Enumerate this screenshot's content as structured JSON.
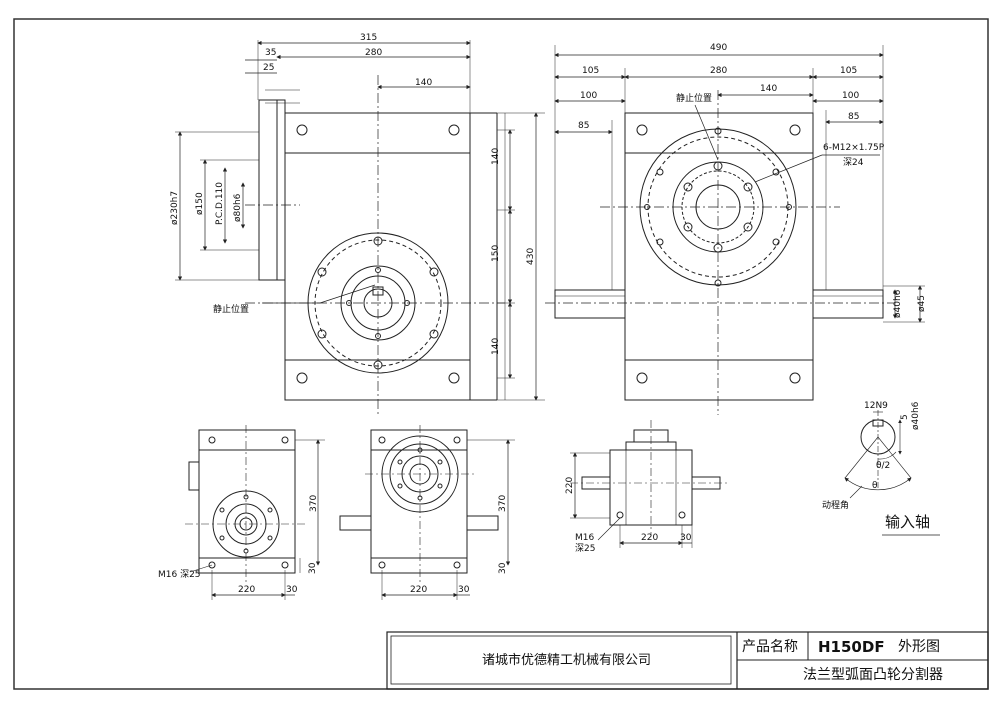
{
  "drawing": {
    "front_view": {
      "dims_top": [
        "315",
        "35",
        "280",
        "25",
        "140"
      ],
      "dims_right": [
        "140",
        "150",
        "140",
        "430"
      ],
      "dims_left": [
        "ø230h7",
        "ø150",
        "P.C.D.110",
        "ø80h6"
      ],
      "stop_label": "静止位置"
    },
    "side_view": {
      "dims_top": [
        "490",
        "105",
        "280",
        "105",
        "100",
        "140",
        "100",
        "85",
        "85"
      ],
      "stop_label": "静止位置",
      "hole_note_1": "6-M12×1.75P",
      "hole_note_2": "深24",
      "dims_right": [
        "ø40h6",
        "ø45"
      ]
    },
    "small_view_1": {
      "dims": [
        "370",
        "220",
        "30",
        "30"
      ],
      "bolt_note": "M16 深25"
    },
    "small_view_2": {
      "dims": [
        "370",
        "220",
        "30",
        "30"
      ]
    },
    "small_view_3": {
      "dims": [
        "220",
        "220",
        "30"
      ],
      "bolt_note_1": "M16",
      "bolt_note_2": "深25"
    },
    "shaft_detail": {
      "dims": [
        "12N9",
        "5",
        "ø40h6"
      ],
      "angle_half": "θ/2",
      "angle_full": "θ",
      "angle_label": "动程角",
      "title": "输入轴"
    }
  },
  "title_block": {
    "company": "诸城市优德精工机械有限公司",
    "name_label": "产品名称",
    "model": "H150DF",
    "view_type": "外形图",
    "product": "法兰型弧面凸轮分割器"
  }
}
